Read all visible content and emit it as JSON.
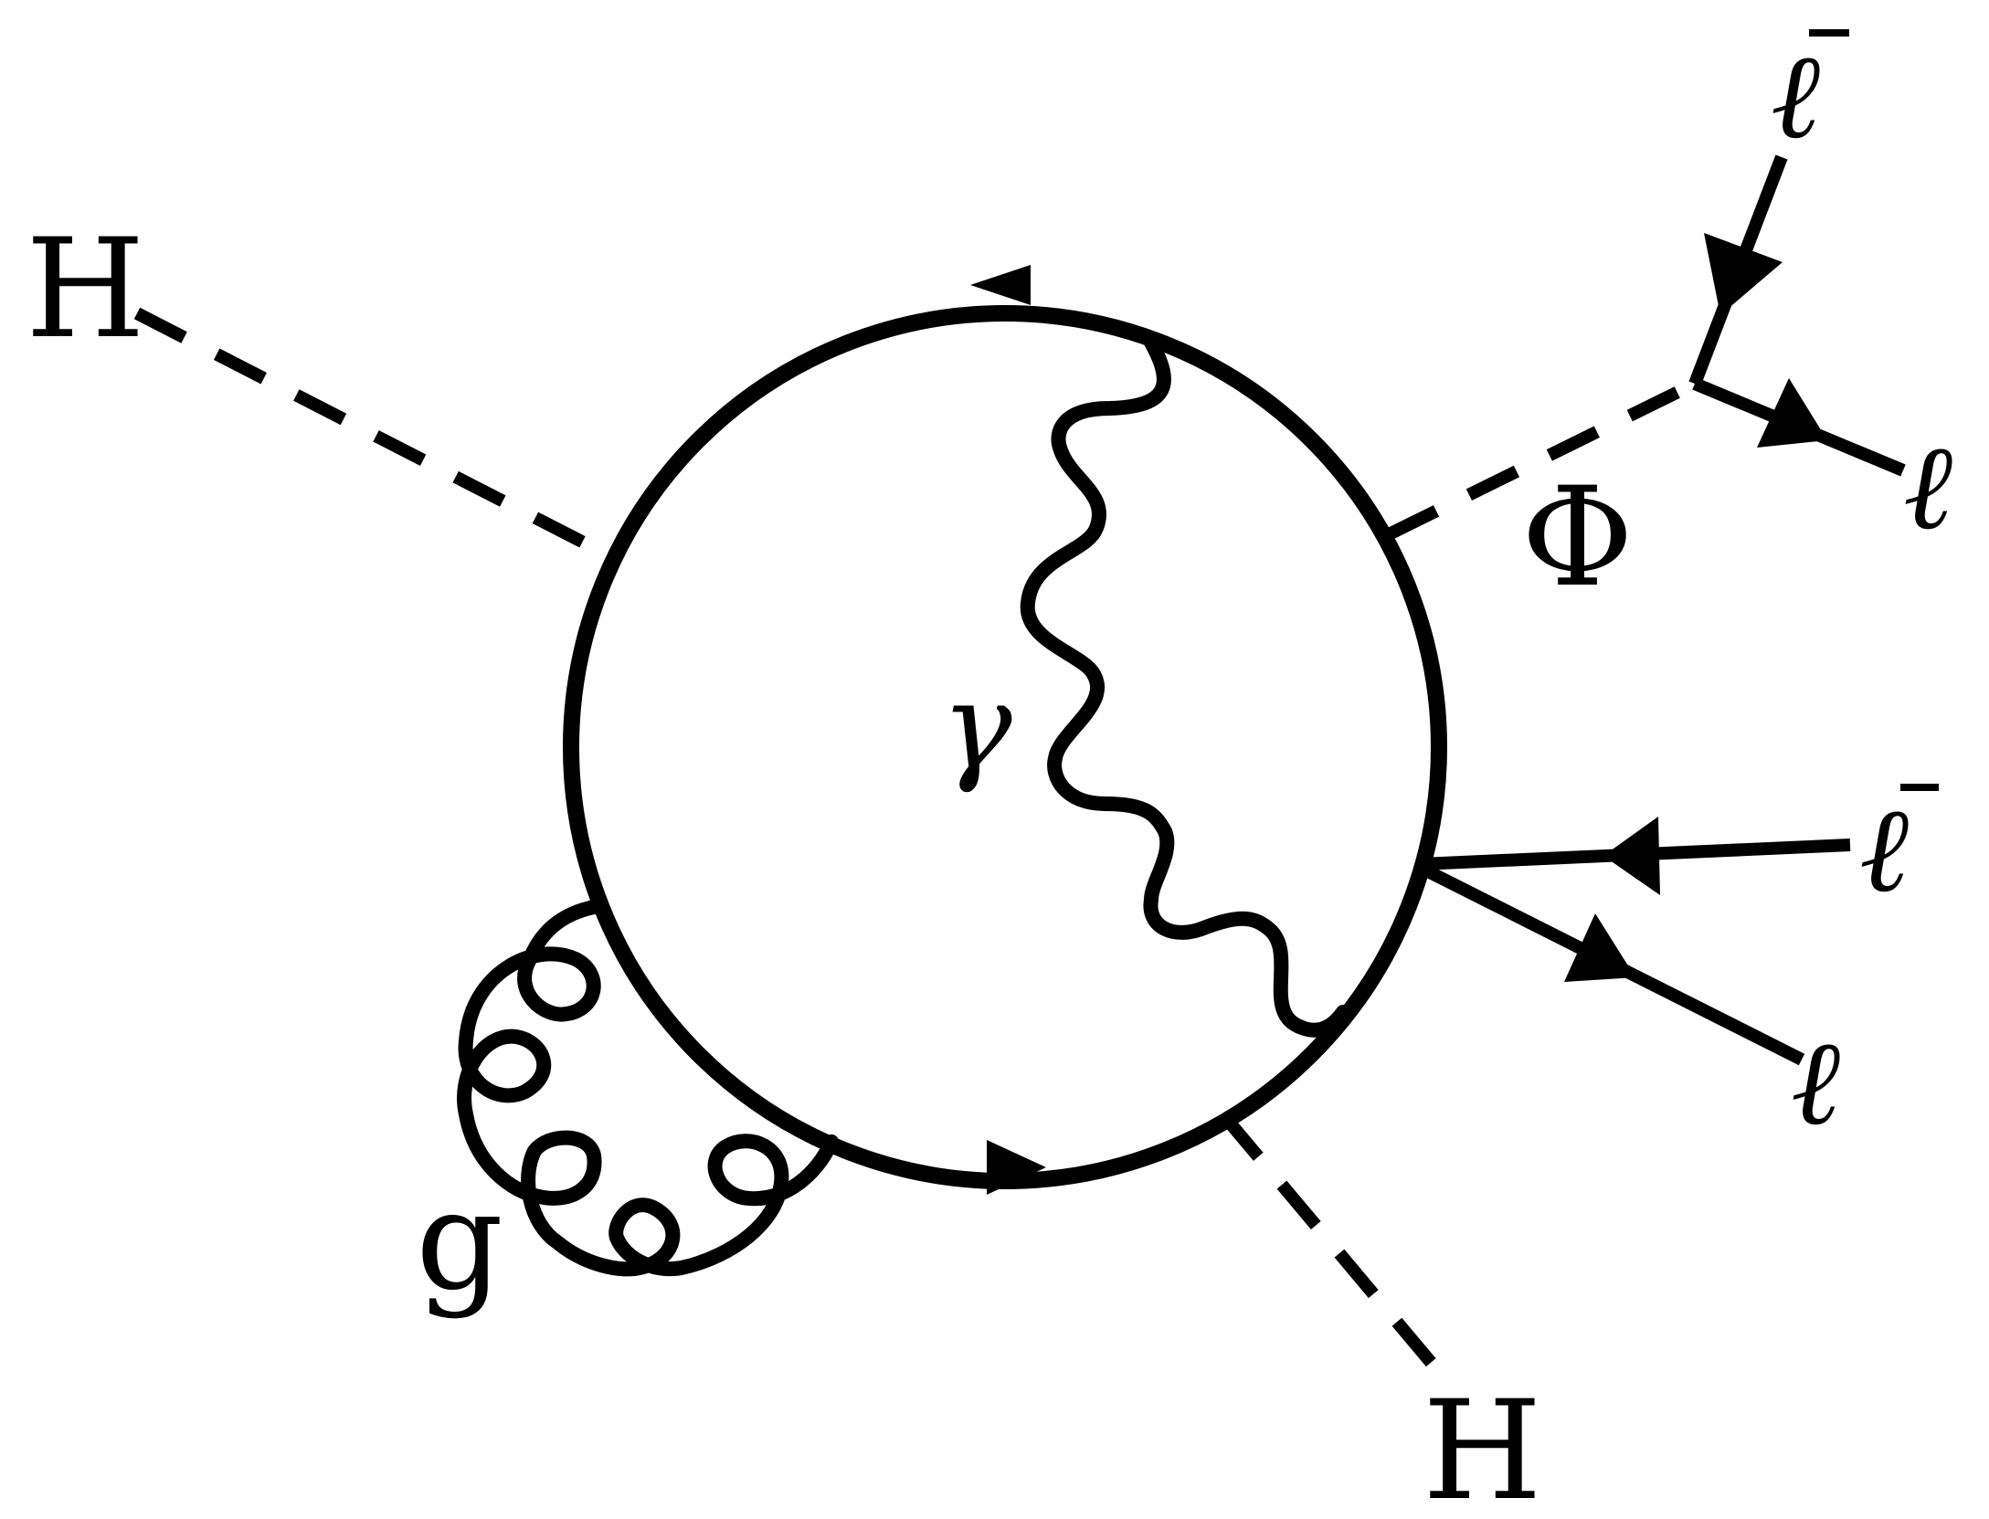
{
  "diagram": {
    "labels": {
      "higgs_in": "H",
      "higgs_out": "H",
      "phi": "Φ",
      "photon": "γ",
      "gluon": "g",
      "lepton_bar_top": "ℓ",
      "lepton_top": "ℓ",
      "lepton_bar_right": "ℓ",
      "lepton_right": "ℓ"
    },
    "colors": {
      "line": "#000000",
      "background": "#ffffff"
    }
  }
}
